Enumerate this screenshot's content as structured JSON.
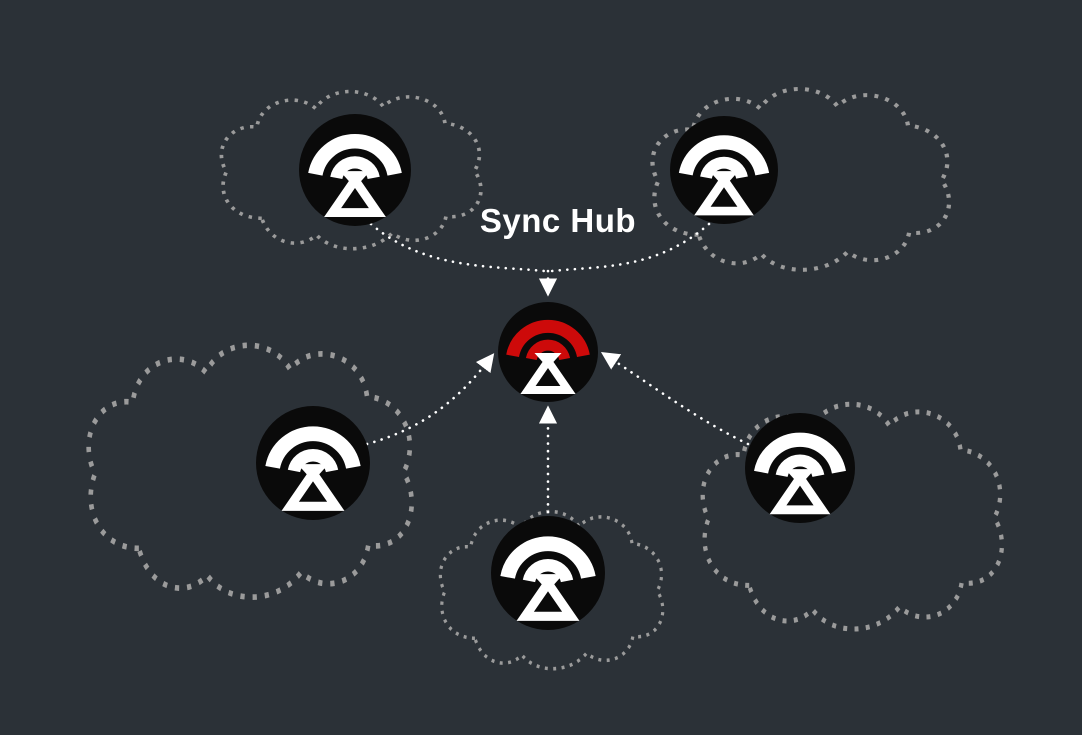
{
  "diagram": {
    "title": "Sync Hub",
    "colors": {
      "background": "#2b3137",
      "cloud_outline": "#9b9b9b",
      "arrow": "#ffffff",
      "node_background": "#0a0a0a",
      "node_glyph": "#ffffff",
      "hub_accent": "#cd0a0a"
    },
    "nodes": [
      {
        "name": "remote-device-node-top-left",
        "icon": "sync-device-icon"
      },
      {
        "name": "remote-device-node-top-right",
        "icon": "sync-device-icon"
      },
      {
        "name": "remote-device-node-mid-left",
        "icon": "sync-device-icon"
      },
      {
        "name": "remote-device-node-mid-right",
        "icon": "sync-device-icon"
      },
      {
        "name": "remote-device-node-bottom",
        "icon": "sync-device-icon"
      },
      {
        "name": "sync-hub-node",
        "icon": "sync-hub-icon"
      }
    ]
  }
}
